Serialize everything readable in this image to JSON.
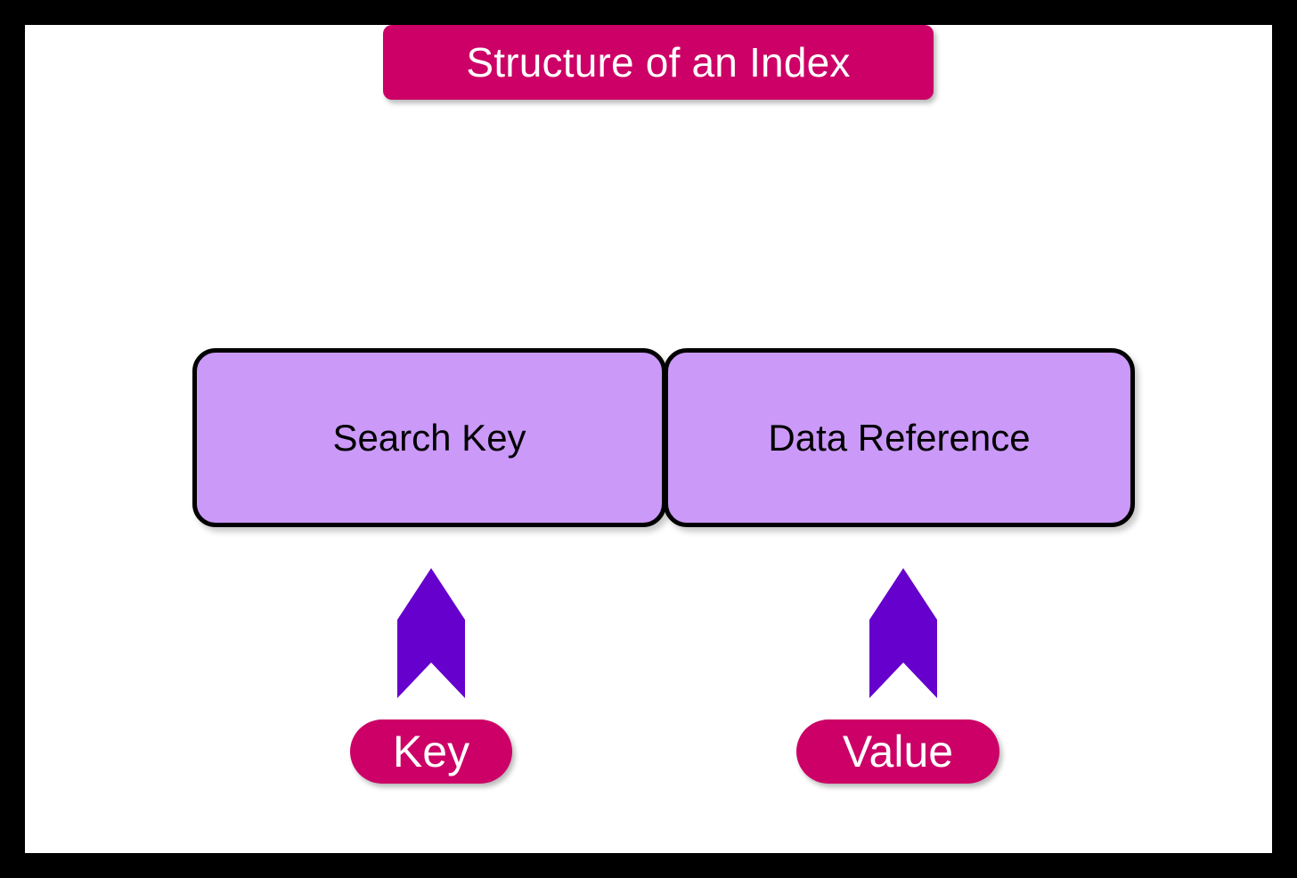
{
  "slide": {
    "title": "Structure of an Index",
    "background_color": "#ffffff",
    "frame_color": "#000000",
    "accent_color": "#cc0066",
    "box_fill_color": "#cb99f8",
    "arrow_color": "#6600cc"
  },
  "index_record": {
    "cells": [
      {
        "label": "Search Key",
        "role": "key-cell"
      },
      {
        "label": "Data Reference",
        "role": "value-cell"
      }
    ]
  },
  "annotations": [
    {
      "arrow_name": "up-arrow-key",
      "pill_label": "Key",
      "points_to": "Search Key"
    },
    {
      "arrow_name": "up-arrow-value",
      "pill_label": "Value",
      "points_to": "Data Reference"
    }
  ]
}
